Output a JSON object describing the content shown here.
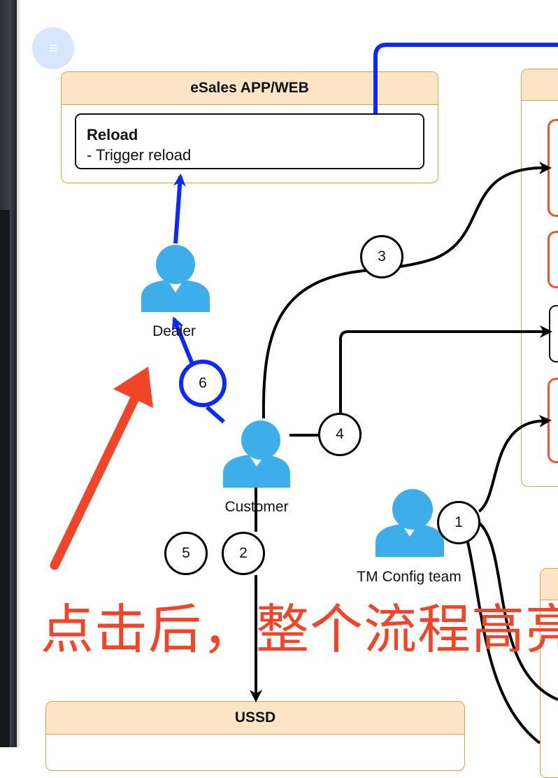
{
  "menu_icon": "≡",
  "containers": {
    "esales": {
      "title": "eSales APP/WEB"
    },
    "ussd": {
      "title": "USSD"
    }
  },
  "reload": {
    "title": "Reload",
    "desc": "- Trigger reload"
  },
  "actors": {
    "dealer": "Dealer",
    "customer": "Customer",
    "tm_config": "TM Config team"
  },
  "steps": [
    "1",
    "2",
    "3",
    "4",
    "5",
    "6"
  ],
  "annotation": "点击后，整个流程高亮",
  "colors": {
    "actor": "#3daeea",
    "highlight": "#0b2bf5",
    "container_border": "#d6a24a",
    "container_header": "#fce5c7",
    "annotation": "#f04528",
    "right_box_border": "#e8553a"
  }
}
